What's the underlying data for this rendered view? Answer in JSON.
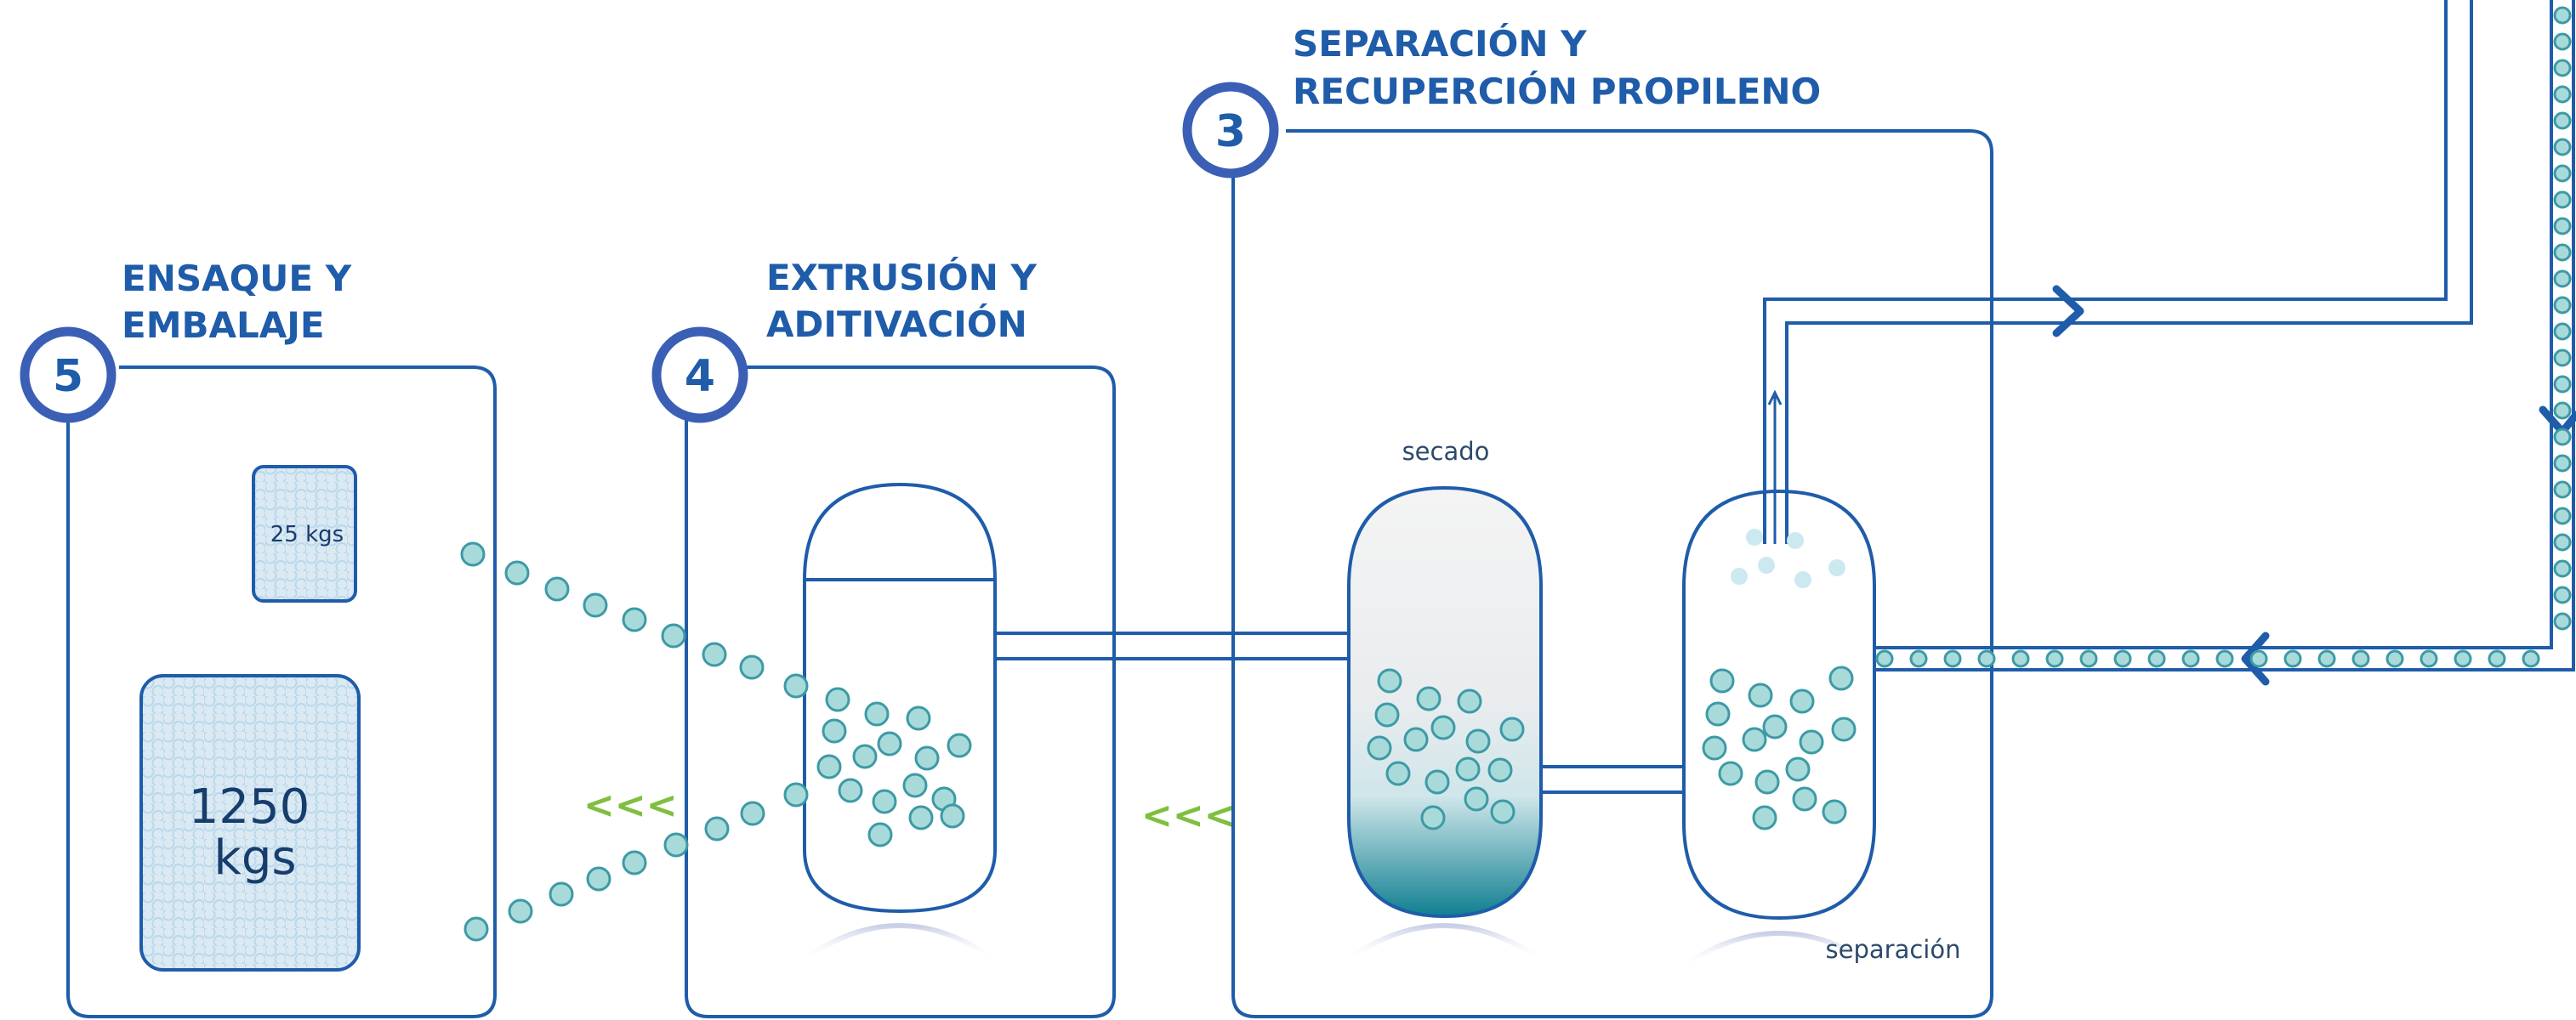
{
  "steps": [
    {
      "number": "5",
      "title_line1": "ENSAQUE Y",
      "title_line2": "EMBALAJE"
    },
    {
      "number": "4",
      "title_line1": "EXTRUSIÓN Y",
      "title_line2": "ADITIVACIÓN"
    },
    {
      "number": "3",
      "title_line1": "SEPARACIÓN Y",
      "title_line2": "RECUPERCIÓN PROPILENO"
    }
  ],
  "labels": {
    "bag_small": "25 kgs",
    "bag_large_line1": "1250",
    "bag_large_line2": "kgs",
    "dryer": "secado",
    "separator": "separación",
    "flow_chevrons": "<<<"
  },
  "colors": {
    "primary_blue": "#1f5ca9",
    "pellet_fill": "#a9dada",
    "pellet_stroke": "#3d9aa6",
    "light_pellet": "#cde9f0",
    "teal_gradient_end": "#0f7f90",
    "chevron_green": "#7fbf3f",
    "bag_fill": "#dbe9f3"
  },
  "icons": [
    "circle-number-badge",
    "pellet",
    "chevron-right-arrow",
    "chevron-left-arrow",
    "chevron-down-arrow"
  ]
}
